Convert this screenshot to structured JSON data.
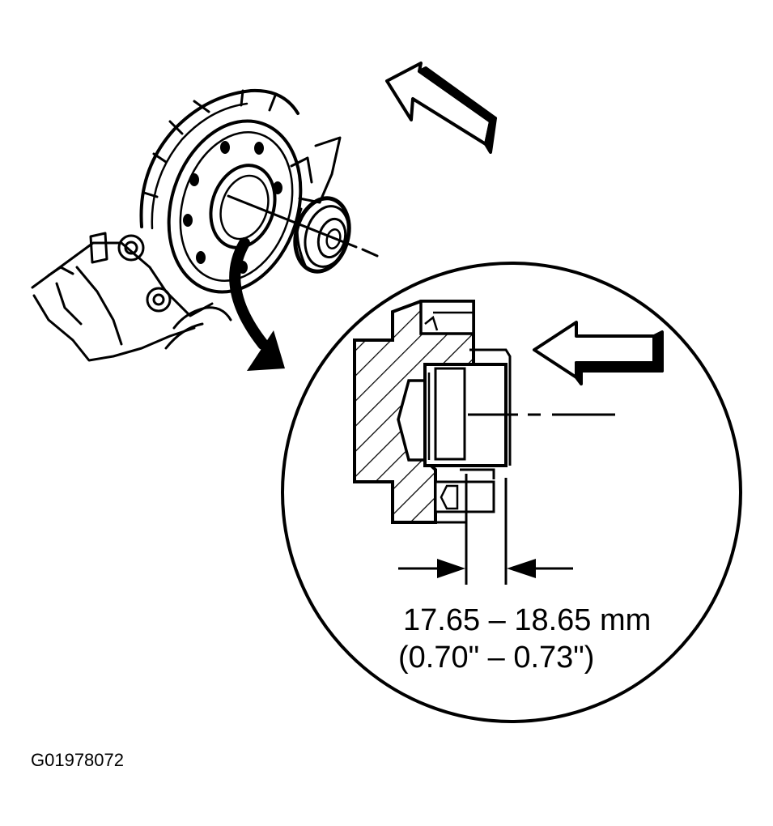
{
  "dimension": {
    "metric": "17.65 – 18.65 mm",
    "imperial": "(0.70\" – 0.73\")"
  },
  "figure_id": "G01978072",
  "colors": {
    "ink": "#000000",
    "paper": "#ffffff"
  },
  "icons": {
    "install_direction_arrow": "arrow-left-icon",
    "detail_callout_arrow": "curved-arrow-icon"
  }
}
